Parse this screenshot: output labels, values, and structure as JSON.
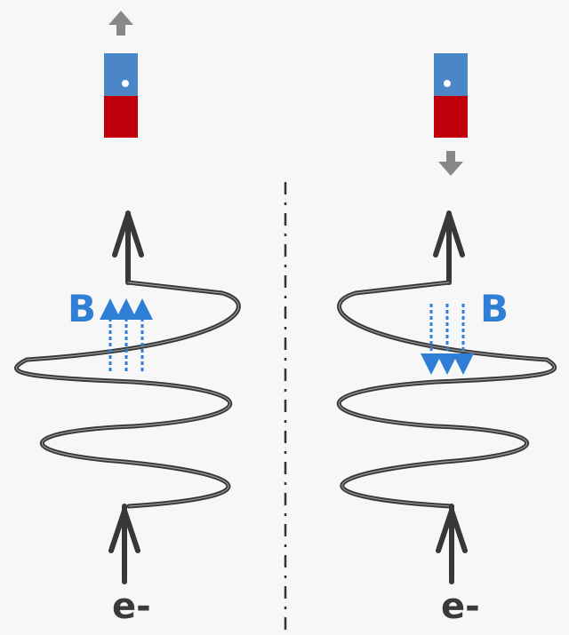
{
  "labels": {
    "field_left": "B",
    "field_right": "B",
    "electron_left": "e-",
    "electron_right": "e-"
  },
  "colors": {
    "background": "#f7f7f7",
    "magnet_north": "#4a86c8",
    "magnet_south": "#c0000c",
    "arrow_gray": "#888888",
    "wire": "#383838",
    "field_blue": "#2f7fd6",
    "divider": "#333333"
  },
  "icons": {
    "left_magnet_motion": "arrow-up-icon",
    "right_magnet_motion": "arrow-down-icon"
  }
}
